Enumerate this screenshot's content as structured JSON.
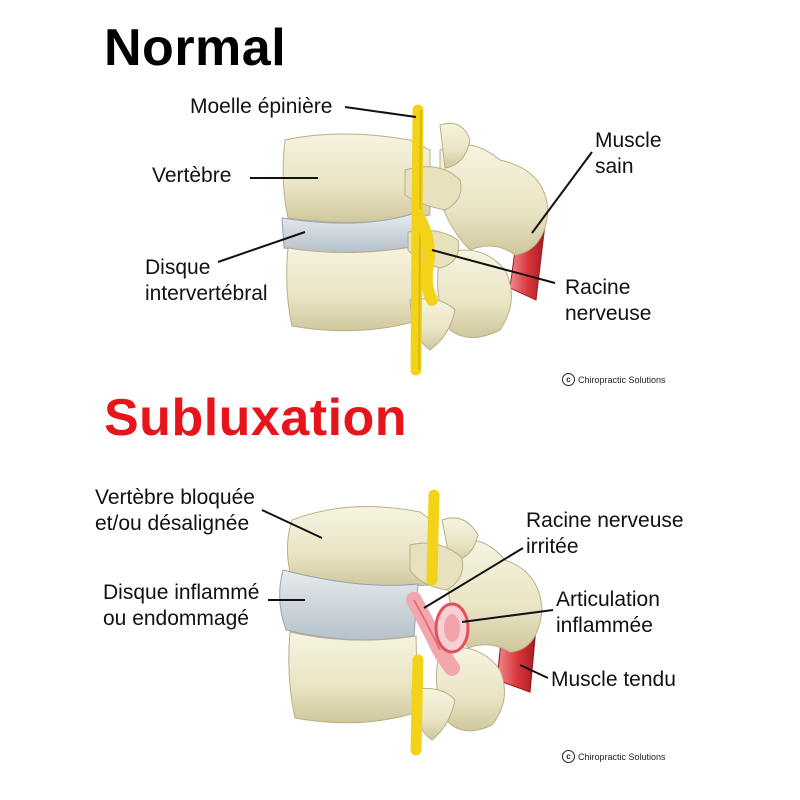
{
  "normal": {
    "title": "Normal",
    "title_color": "#000000",
    "labels": {
      "spinal_cord": "Moelle épinière",
      "vertebra": "Vertèbre",
      "disc_line1": "Disque",
      "disc_line2": "intervertébral",
      "muscle_line1": "Muscle",
      "muscle_line2": "sain",
      "nerve_line1": "Racine",
      "nerve_line2": "nerveuse"
    },
    "copyright": "Chiropractic Solutions"
  },
  "subluxation": {
    "title": "Subluxation",
    "title_color": "#e8141b",
    "labels": {
      "vertebra_line1": "Vertèbre bloquée",
      "vertebra_line2": "et/ou désalignée",
      "disc_line1": "Disque inflammé",
      "disc_line2": "ou endommagé",
      "nerve_line1": "Racine nerveuse",
      "nerve_line2": "irritée",
      "joint_line1": "Articulation",
      "joint_line2": "inflammée",
      "muscle": "Muscle tendu"
    },
    "copyright": "Chiropractic Solutions"
  },
  "colors": {
    "bone": "#eeeacb",
    "bone_shade": "#d6d0a6",
    "disc": "#cfd6dc",
    "spinal_cord": "#f3d21a",
    "muscle": "#d9363b",
    "inflamed": "#f2a7ae"
  }
}
